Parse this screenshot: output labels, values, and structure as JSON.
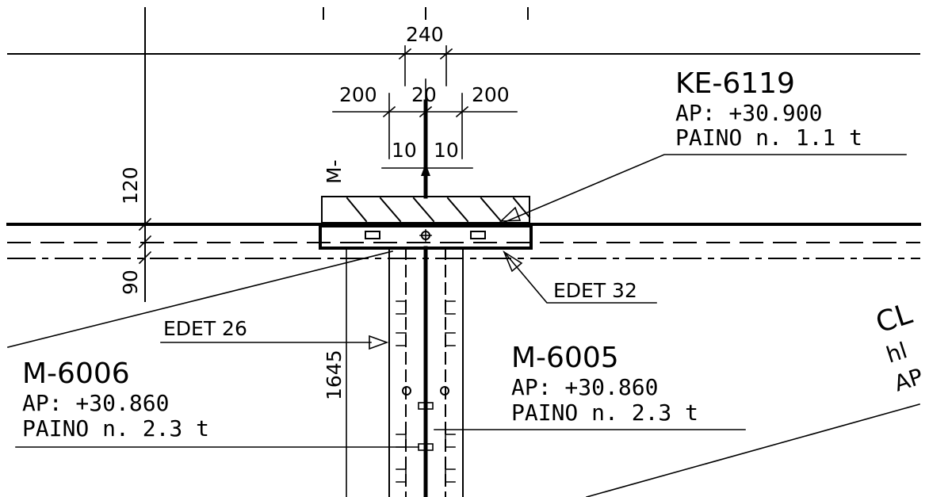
{
  "dimensions": {
    "d240": "240",
    "d200_left": "200",
    "d20": "20",
    "d200_right": "200",
    "d10_left": "10",
    "d10_right": "10",
    "d120": "120",
    "d90": "90",
    "d1645": "1645"
  },
  "labels": {
    "m_prefix": "M-",
    "ke_title": "KE-6119",
    "ke_ap": "AP:   +30.900",
    "ke_paino": "PAINO n.   1.1 t",
    "edet32": "EDET 32",
    "edet26": "EDET 26",
    "m6006_title": "M-6006",
    "m6006_ap": "AP:   +30.860",
    "m6006_paino": "PAINO n.   2.3 t",
    "m6005_title": "M-6005",
    "m6005_ap": "AP:   +30.860",
    "m6005_paino": "PAINO n.   2.3 t",
    "cut_cl": "CL",
    "cut_hl": "hl",
    "cut_ap": "AP"
  }
}
